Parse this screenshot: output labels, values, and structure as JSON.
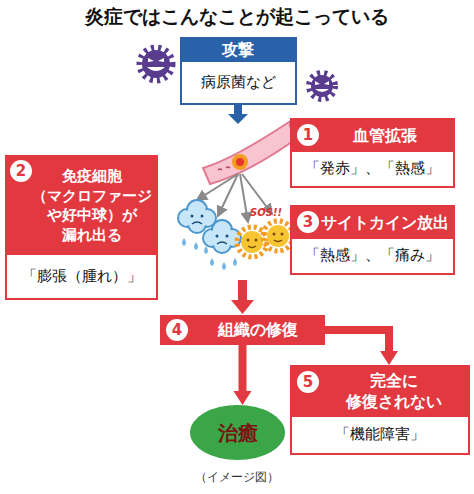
{
  "diagram": {
    "title": "炎症ではこんなことが起こっている",
    "caption": "（イメージ図）",
    "nodes": [
      {
        "text": [
          "攻撃",
          "病原菌など"
        ]
      },
      {
        "text": [
          "血管拡張",
          "「発赤」、「熱感」"
        ]
      },
      {
        "text": [
          "免疫細胞 （マクロファージ や好中球）が 漏れ出る",
          "「膨張（腫れ）」"
        ]
      },
      {
        "text": [
          "サイトカイン放出",
          "「熱感」、「痛み」"
        ]
      },
      {
        "text": [
          "組織の修復"
        ]
      },
      {
        "text": [
          "完全に 修復されない",
          "「機能障害」"
        ]
      },
      {
        "text": [
          "治癒"
        ]
      }
    ],
    "edges": [
      {
        "from": 4,
        "to": 6,
        "arrow": "to"
      },
      {
        "from": 4,
        "to": 5,
        "arrow": "to"
      }
    ],
    "labels": [
      "1",
      "2",
      "3",
      "4",
      "5",
      "SOS!!"
    ]
  }
}
